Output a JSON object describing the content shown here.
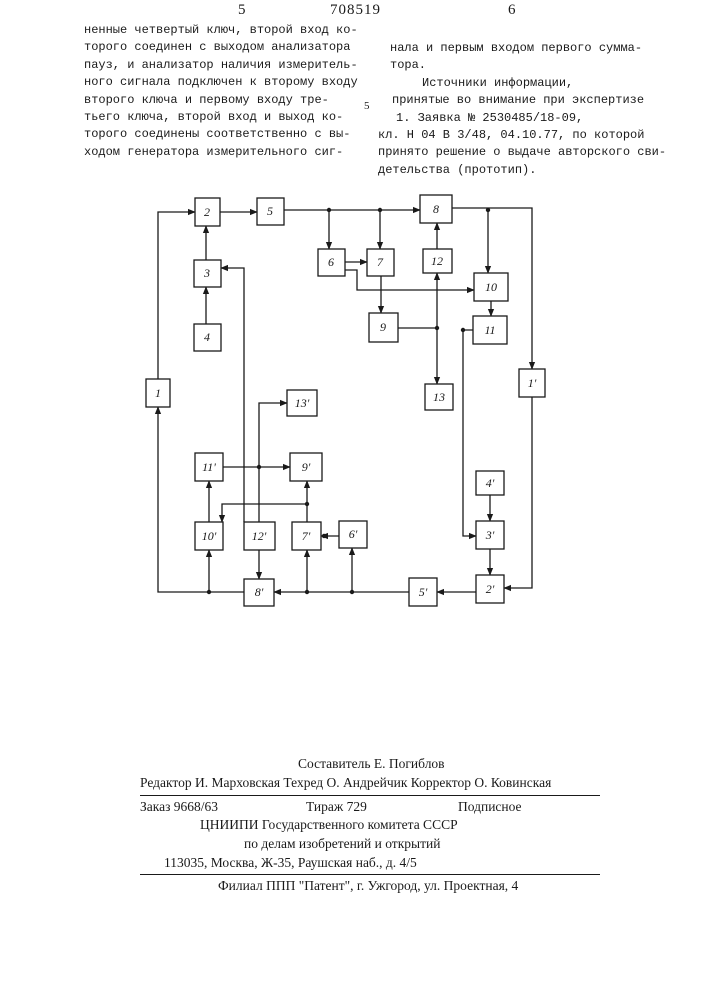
{
  "header": {
    "left_page_number": "5",
    "patent_number": "708519",
    "right_page_number": "6"
  },
  "left_column": {
    "lines": [
      "ненные четвертый ключ, второй вход ко-",
      "торого соединен с выходом анализатора",
      "пауз, и анализатор наличия измеритель-",
      "ного сигнала подключен к второму входу",
      "второго ключа и первому входу тре-",
      "тьего ключа, второй вход и выход ко-",
      "торого соединены соответственно с вы-",
      "ходом генератора измерительного сиг-"
    ],
    "line_marker": "5"
  },
  "right_column": {
    "lines": [
      "нала и первым входом первого сумма-",
      "тора."
    ],
    "sources_heading_1": "Источники информации,",
    "sources_heading_2": "принятые во внимание при экспертизе",
    "reference_lines": [
      "1. Заявка № 2530485/18-09,",
      "кл. Н 04 В 3/48, 04.10.77, по которой",
      "принято решение о выдаче авторского сви-",
      "детельства (прототип)."
    ]
  },
  "diagram": {
    "blocks": [
      {
        "id": "b1",
        "label": "1"
      },
      {
        "id": "b2",
        "label": "2"
      },
      {
        "id": "b3",
        "label": "3"
      },
      {
        "id": "b4",
        "label": "4"
      },
      {
        "id": "b5",
        "label": "5"
      },
      {
        "id": "b6",
        "label": "6"
      },
      {
        "id": "b7",
        "label": "7"
      },
      {
        "id": "b8",
        "label": "8"
      },
      {
        "id": "b9",
        "label": "9"
      },
      {
        "id": "b10",
        "label": "10"
      },
      {
        "id": "b11",
        "label": "11"
      },
      {
        "id": "b12",
        "label": "12"
      },
      {
        "id": "b13",
        "label": "13"
      },
      {
        "id": "b1p",
        "label": "1'"
      },
      {
        "id": "b2p",
        "label": "2'"
      },
      {
        "id": "b3p",
        "label": "3'"
      },
      {
        "id": "b4p",
        "label": "4'"
      },
      {
        "id": "b5p",
        "label": "5'"
      },
      {
        "id": "b6p",
        "label": "6'"
      },
      {
        "id": "b7p",
        "label": "7'"
      },
      {
        "id": "b8p",
        "label": "8'"
      },
      {
        "id": "b9p",
        "label": "9'"
      },
      {
        "id": "b10p",
        "label": "10'"
      },
      {
        "id": "b11p",
        "label": "11'"
      },
      {
        "id": "b12p",
        "label": "12'"
      },
      {
        "id": "b13p",
        "label": "13'"
      }
    ]
  },
  "colophon": {
    "compiler": "Составитель Е. Погиблов",
    "editors": "Редактор И. Марховская   Техред О. Андрейчик Корректор О. Ковинская",
    "order": "Заказ  9668/63",
    "circulation": "Тираж  729",
    "subscription": "Подписное",
    "institute_1": "ЦНИИПИ Государственного комитета СССР",
    "institute_2": "по делам изобретений и открытий",
    "address": "113035, Москва, Ж-35, Раушская наб., д. 4/5",
    "branch": "Филиал ППП \"Патент\", г. Ужгород, ул. Проектная, 4"
  }
}
